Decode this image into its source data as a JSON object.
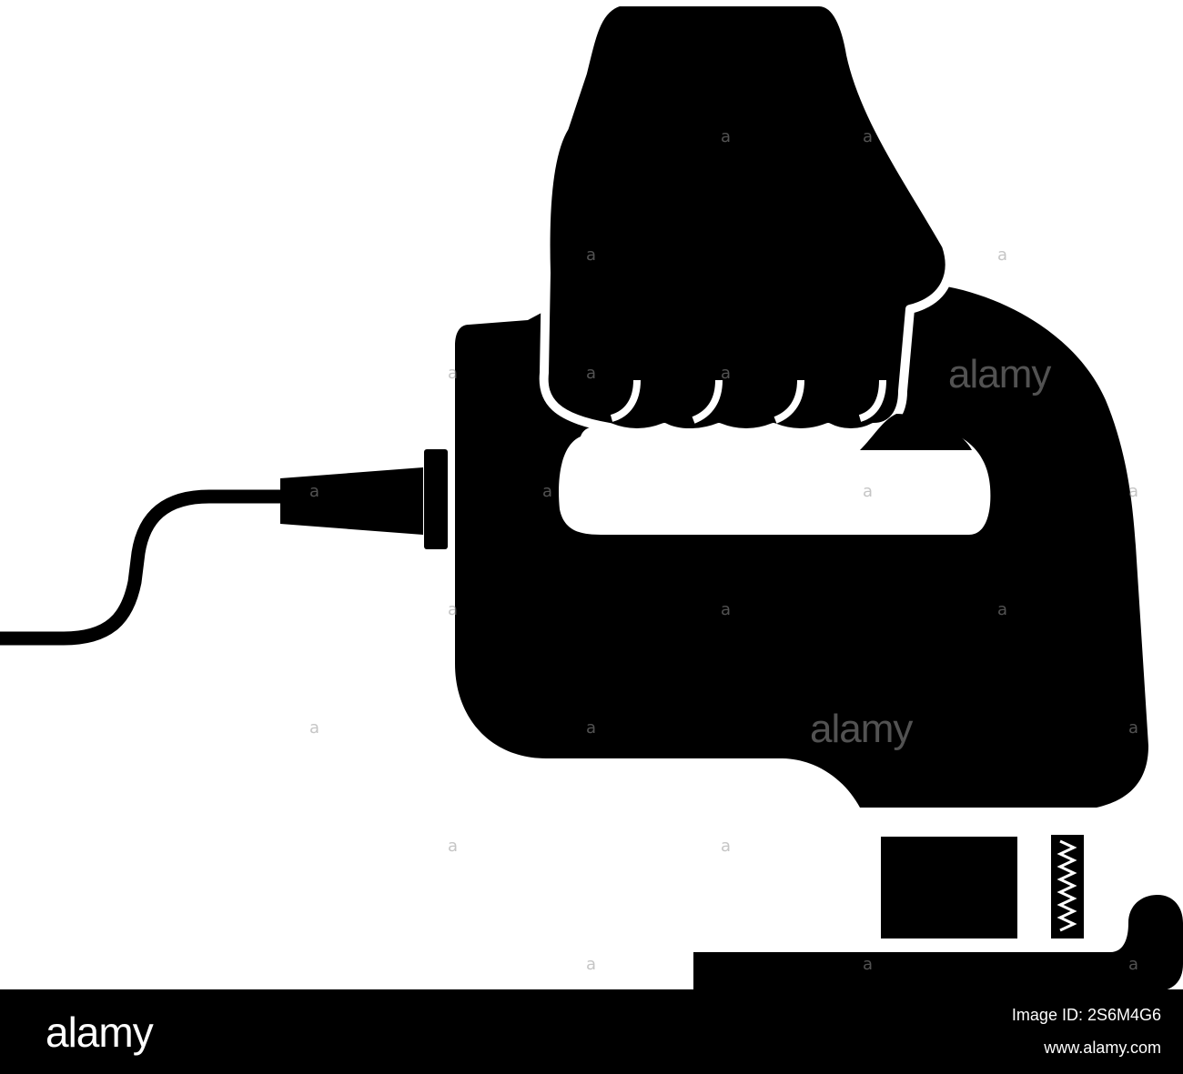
{
  "colors": {
    "background": "#ffffff",
    "ink": "#000000",
    "footer_text": "#ffffff",
    "watermark": "#969696"
  },
  "illustration": {
    "icon": "hand-holding-jigsaw-icon"
  },
  "watermark": {
    "word": "alamy",
    "mark": "a"
  },
  "footer": {
    "brand": "alamy",
    "image_id": "Image ID: 2S6M4G6",
    "url": "www.alamy.com"
  }
}
